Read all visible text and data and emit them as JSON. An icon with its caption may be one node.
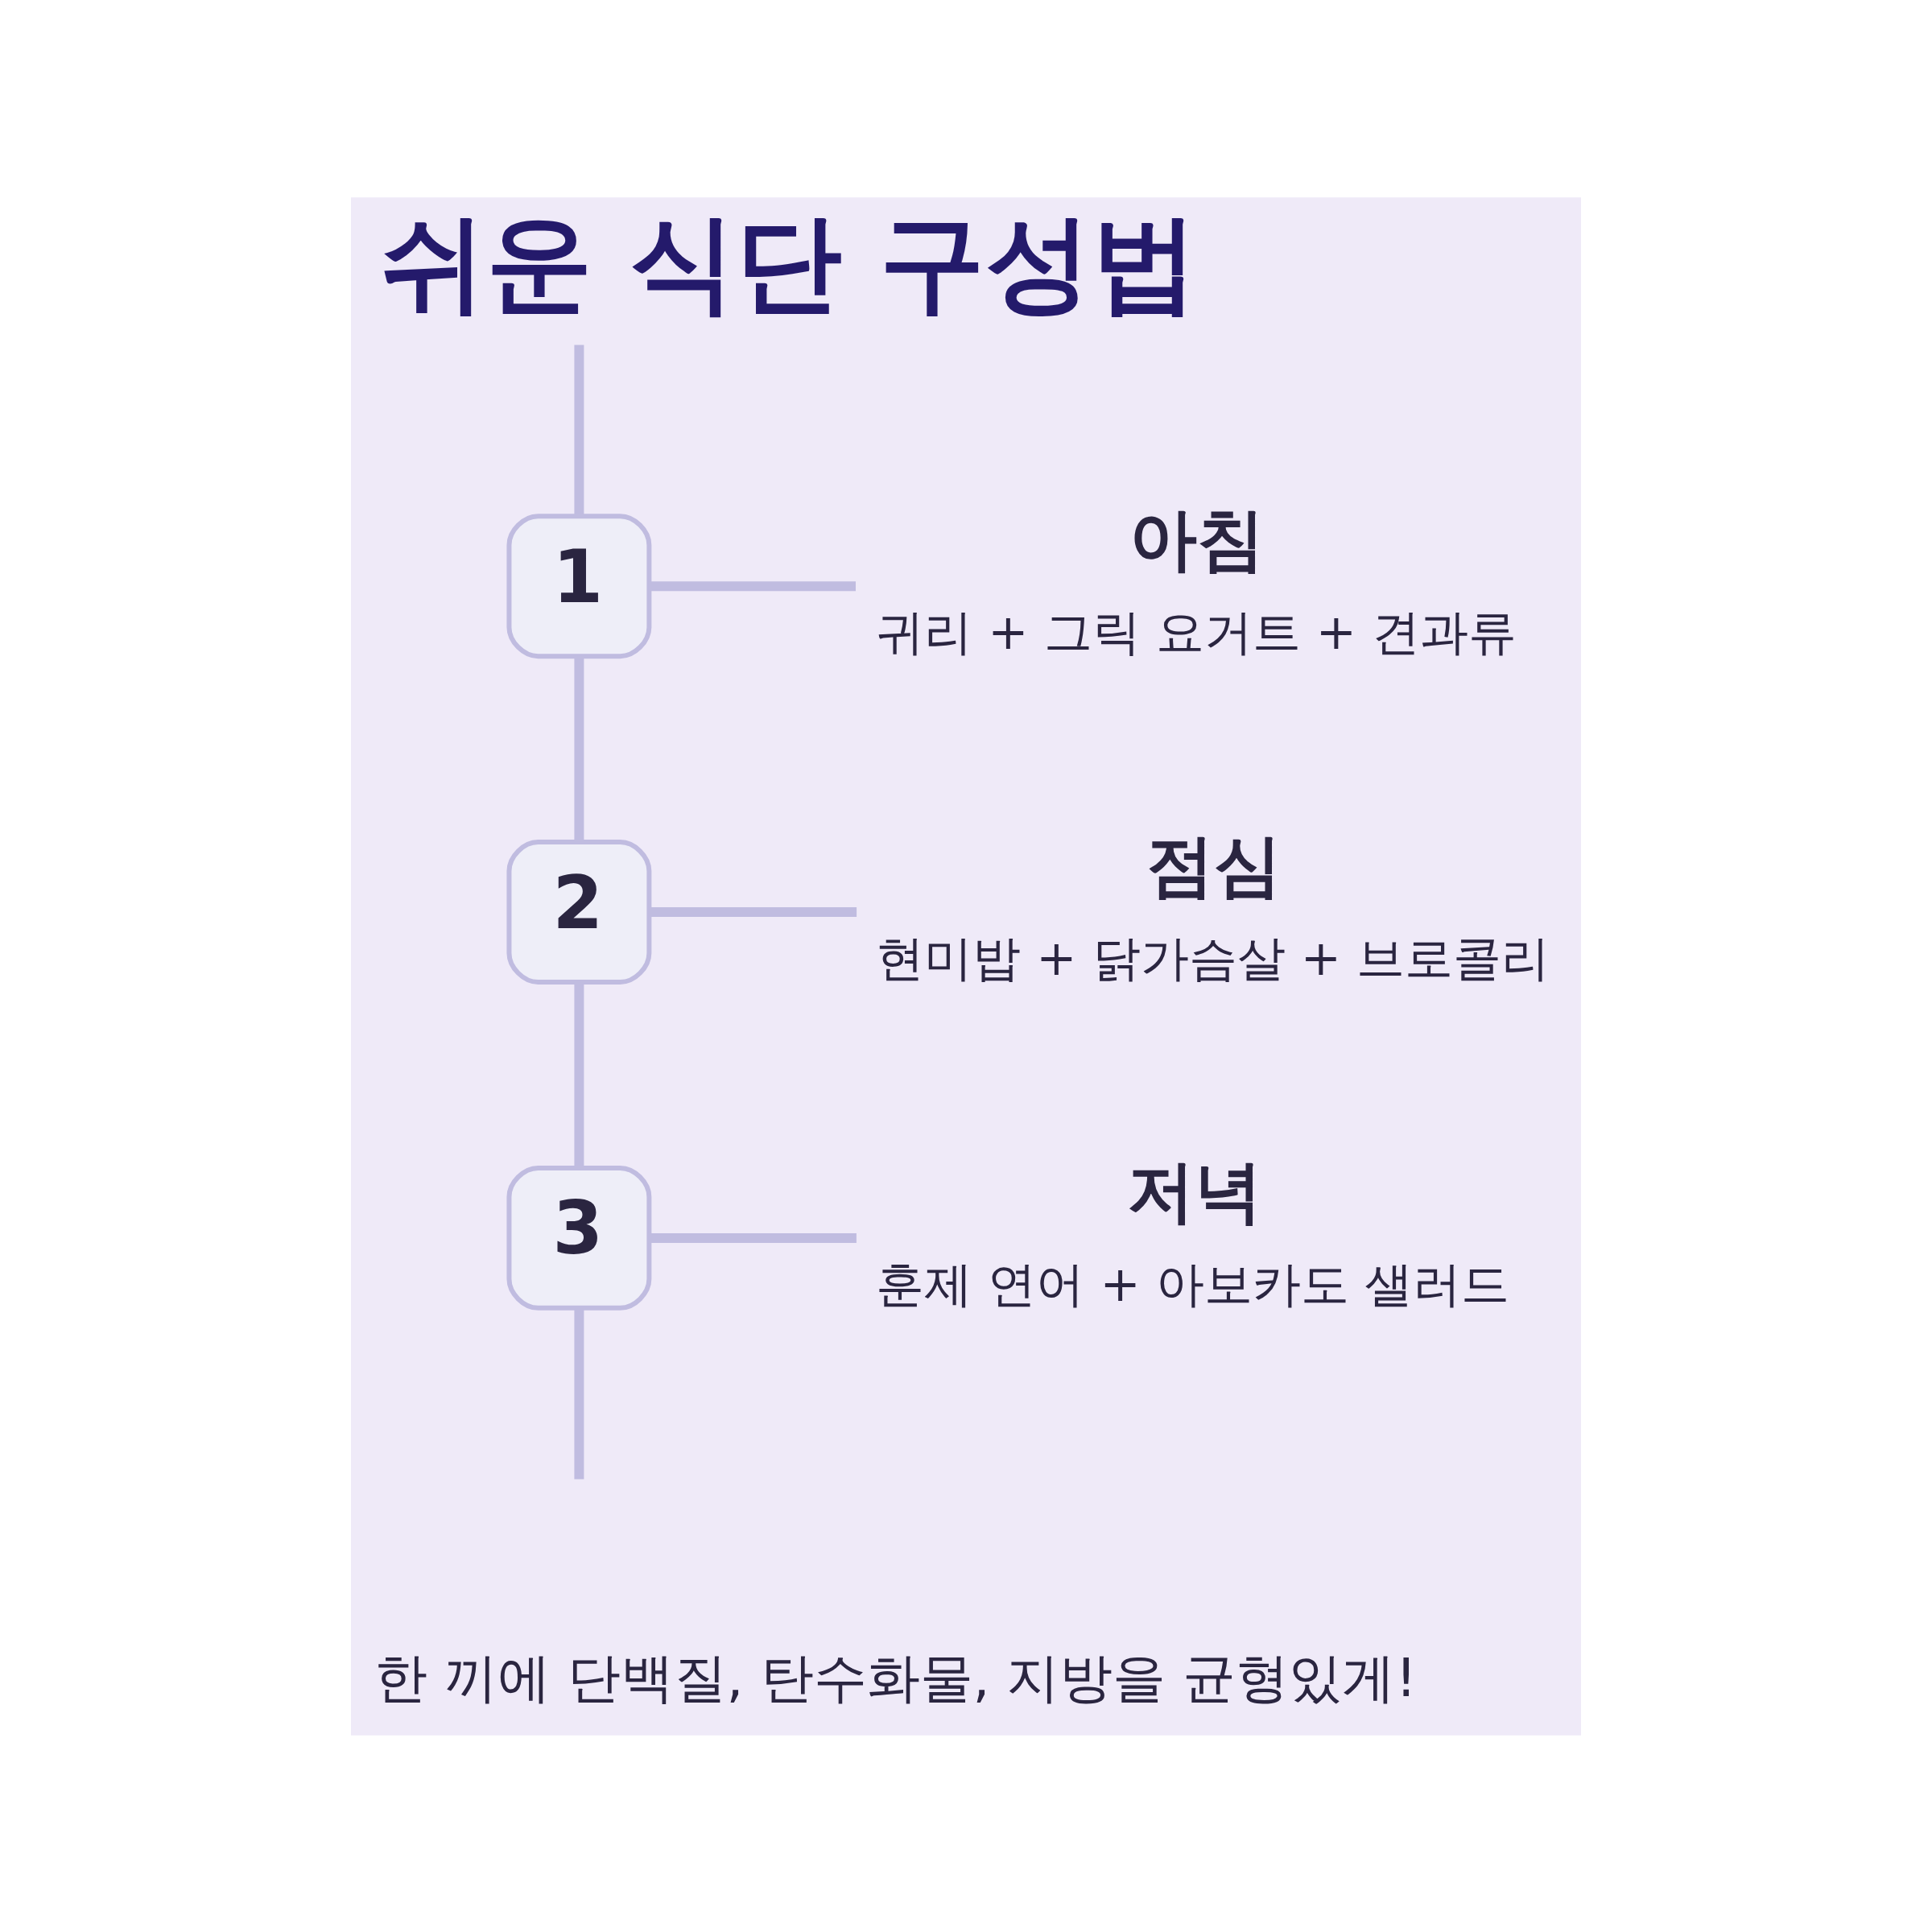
{
  "diagram": {
    "title": "쉬운 식단 구성법",
    "caption": "한 끼에 단백질, 탄수화물, 지방을 균형있게!",
    "nodes": [
      {
        "text": [
          "1"
        ]
      },
      {
        "text": [
          "아침",
          "귀리 + 그릭 요거트 + 견과류"
        ]
      },
      {
        "text": [
          "2"
        ]
      },
      {
        "text": [
          "점심",
          "현미밥 + 닭가슴살 + 브로콜리"
        ]
      },
      {
        "text": [
          "3"
        ]
      },
      {
        "text": [
          "저녁",
          "훈제 연어 + 아보카도 샐러드"
        ]
      }
    ],
    "edges": [
      {
        "from": null,
        "to": 0,
        "arrow": "none"
      },
      {
        "from": 0,
        "to": 1,
        "arrow": "none"
      },
      {
        "from": 0,
        "to": 2,
        "arrow": "none"
      },
      {
        "from": 2,
        "to": 3,
        "arrow": "none"
      },
      {
        "from": 2,
        "to": 4,
        "arrow": "none"
      },
      {
        "from": 4,
        "to": 5,
        "arrow": "none"
      },
      {
        "from": 4,
        "to": null,
        "arrow": "none"
      }
    ]
  }
}
